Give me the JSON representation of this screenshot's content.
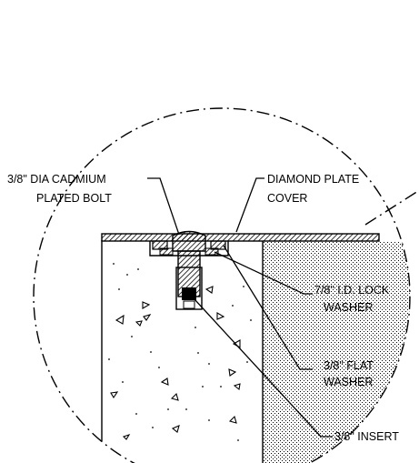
{
  "labels": {
    "bolt_line1": "3/8\" DIA CADMIUM",
    "bolt_line2": "PLATED BOLT",
    "cover_line1": "DIAMOND PLATE",
    "cover_line2": "COVER",
    "lock_line1": "7/8\" I.D. LOCK",
    "lock_line2": "WASHER",
    "flat_line1": "3/8\" FLAT",
    "flat_line2": "WASHER",
    "insert_line1": "3/8\" INSERT"
  },
  "colors": {
    "ink": "#000000",
    "background": "#ffffff"
  }
}
